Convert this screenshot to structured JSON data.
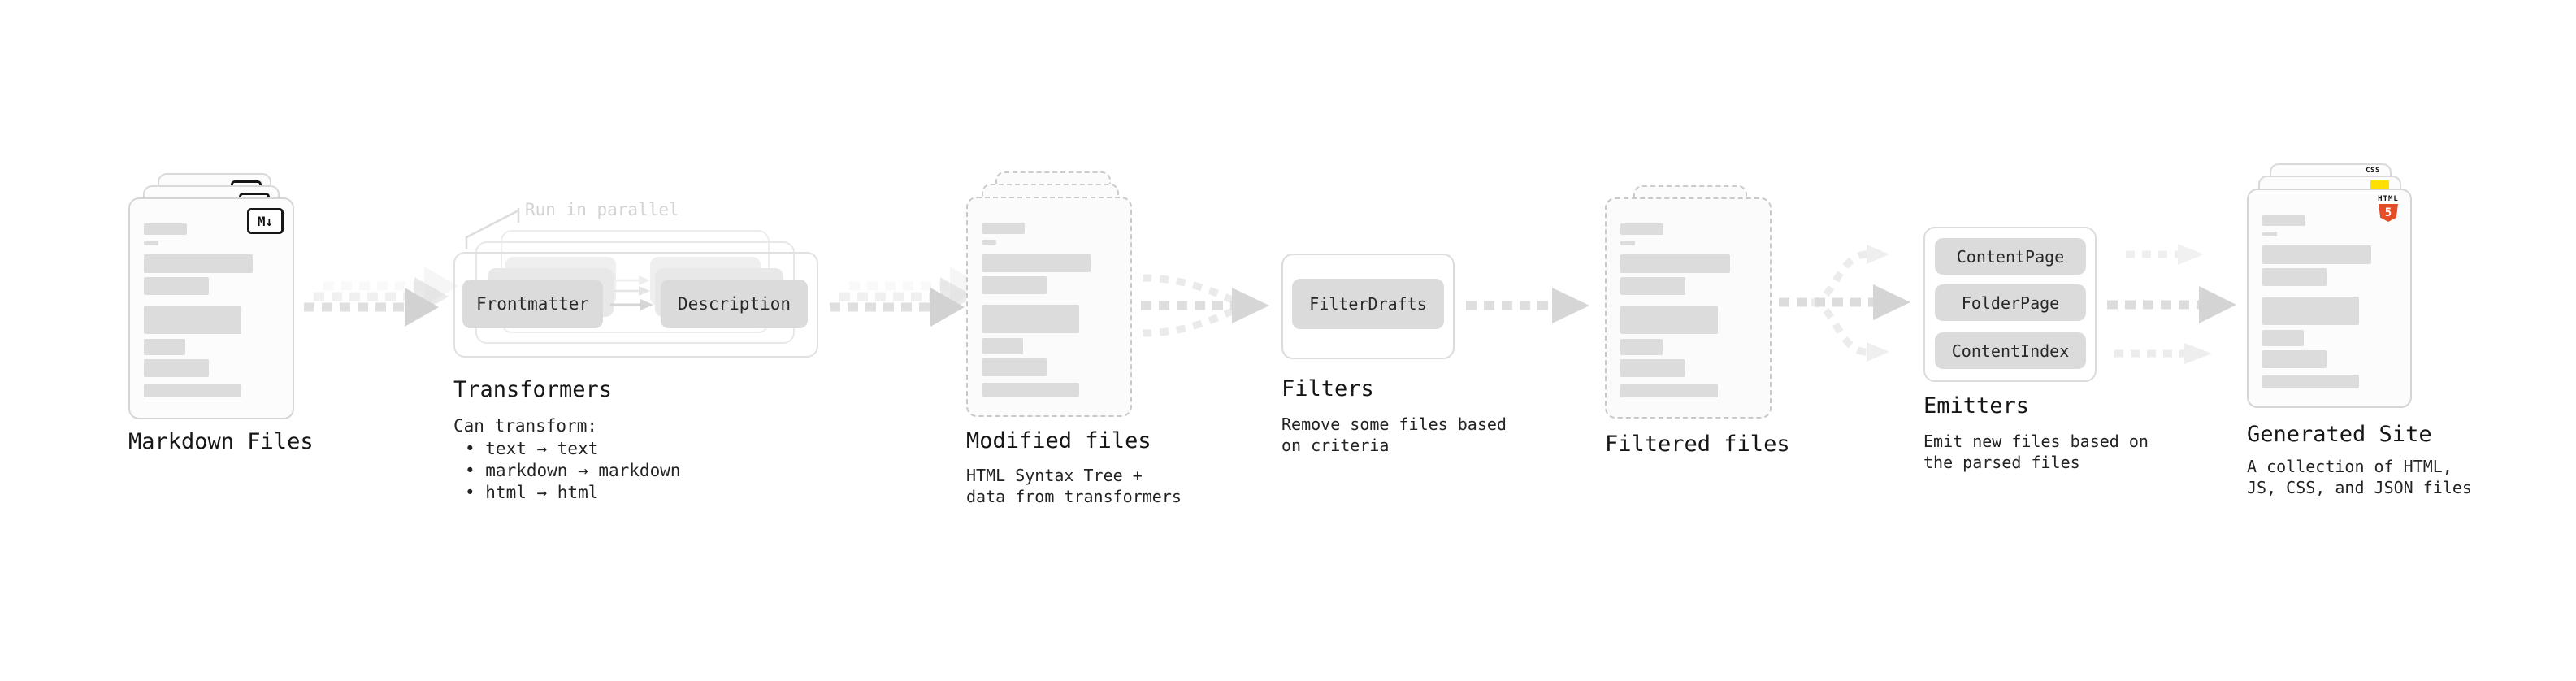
{
  "diagram": {
    "markdown_files": {
      "label": "Markdown Files",
      "file_icon": "M↓"
    },
    "transformers": {
      "annotation": "Run in parallel",
      "step1": "Frontmatter",
      "step2": "Description",
      "label": "Transformers",
      "note_title": "Can transform:",
      "bullets": [
        "• text → text",
        "• markdown → markdown",
        "• html → html"
      ]
    },
    "modified_files": {
      "label": "Modified files",
      "note": "HTML Syntax Tree +\ndata from transformers"
    },
    "filters": {
      "filter1": "FilterDrafts",
      "label": "Filters",
      "note": "Remove some files based\non criteria"
    },
    "filtered_files": {
      "label": "Filtered files"
    },
    "emitters": {
      "emitter1": "ContentPage",
      "emitter2": "FolderPage",
      "emitter3": "ContentIndex",
      "label": "Emitters",
      "note": "Emit new files based on\nthe parsed files"
    },
    "generated_site": {
      "label": "Generated Site",
      "note": "A collection of HTML,\nJS, CSS, and JSON files",
      "badge_css": "CSS",
      "badge_html": "HTML",
      "badge_html5_number": "5"
    }
  },
  "colors": {
    "html5_orange": "#e44d26",
    "js_yellow": "#ffe000",
    "css_blue": "#2d6bf1",
    "placeholder_bar_gray": "#dcdcdc"
  }
}
